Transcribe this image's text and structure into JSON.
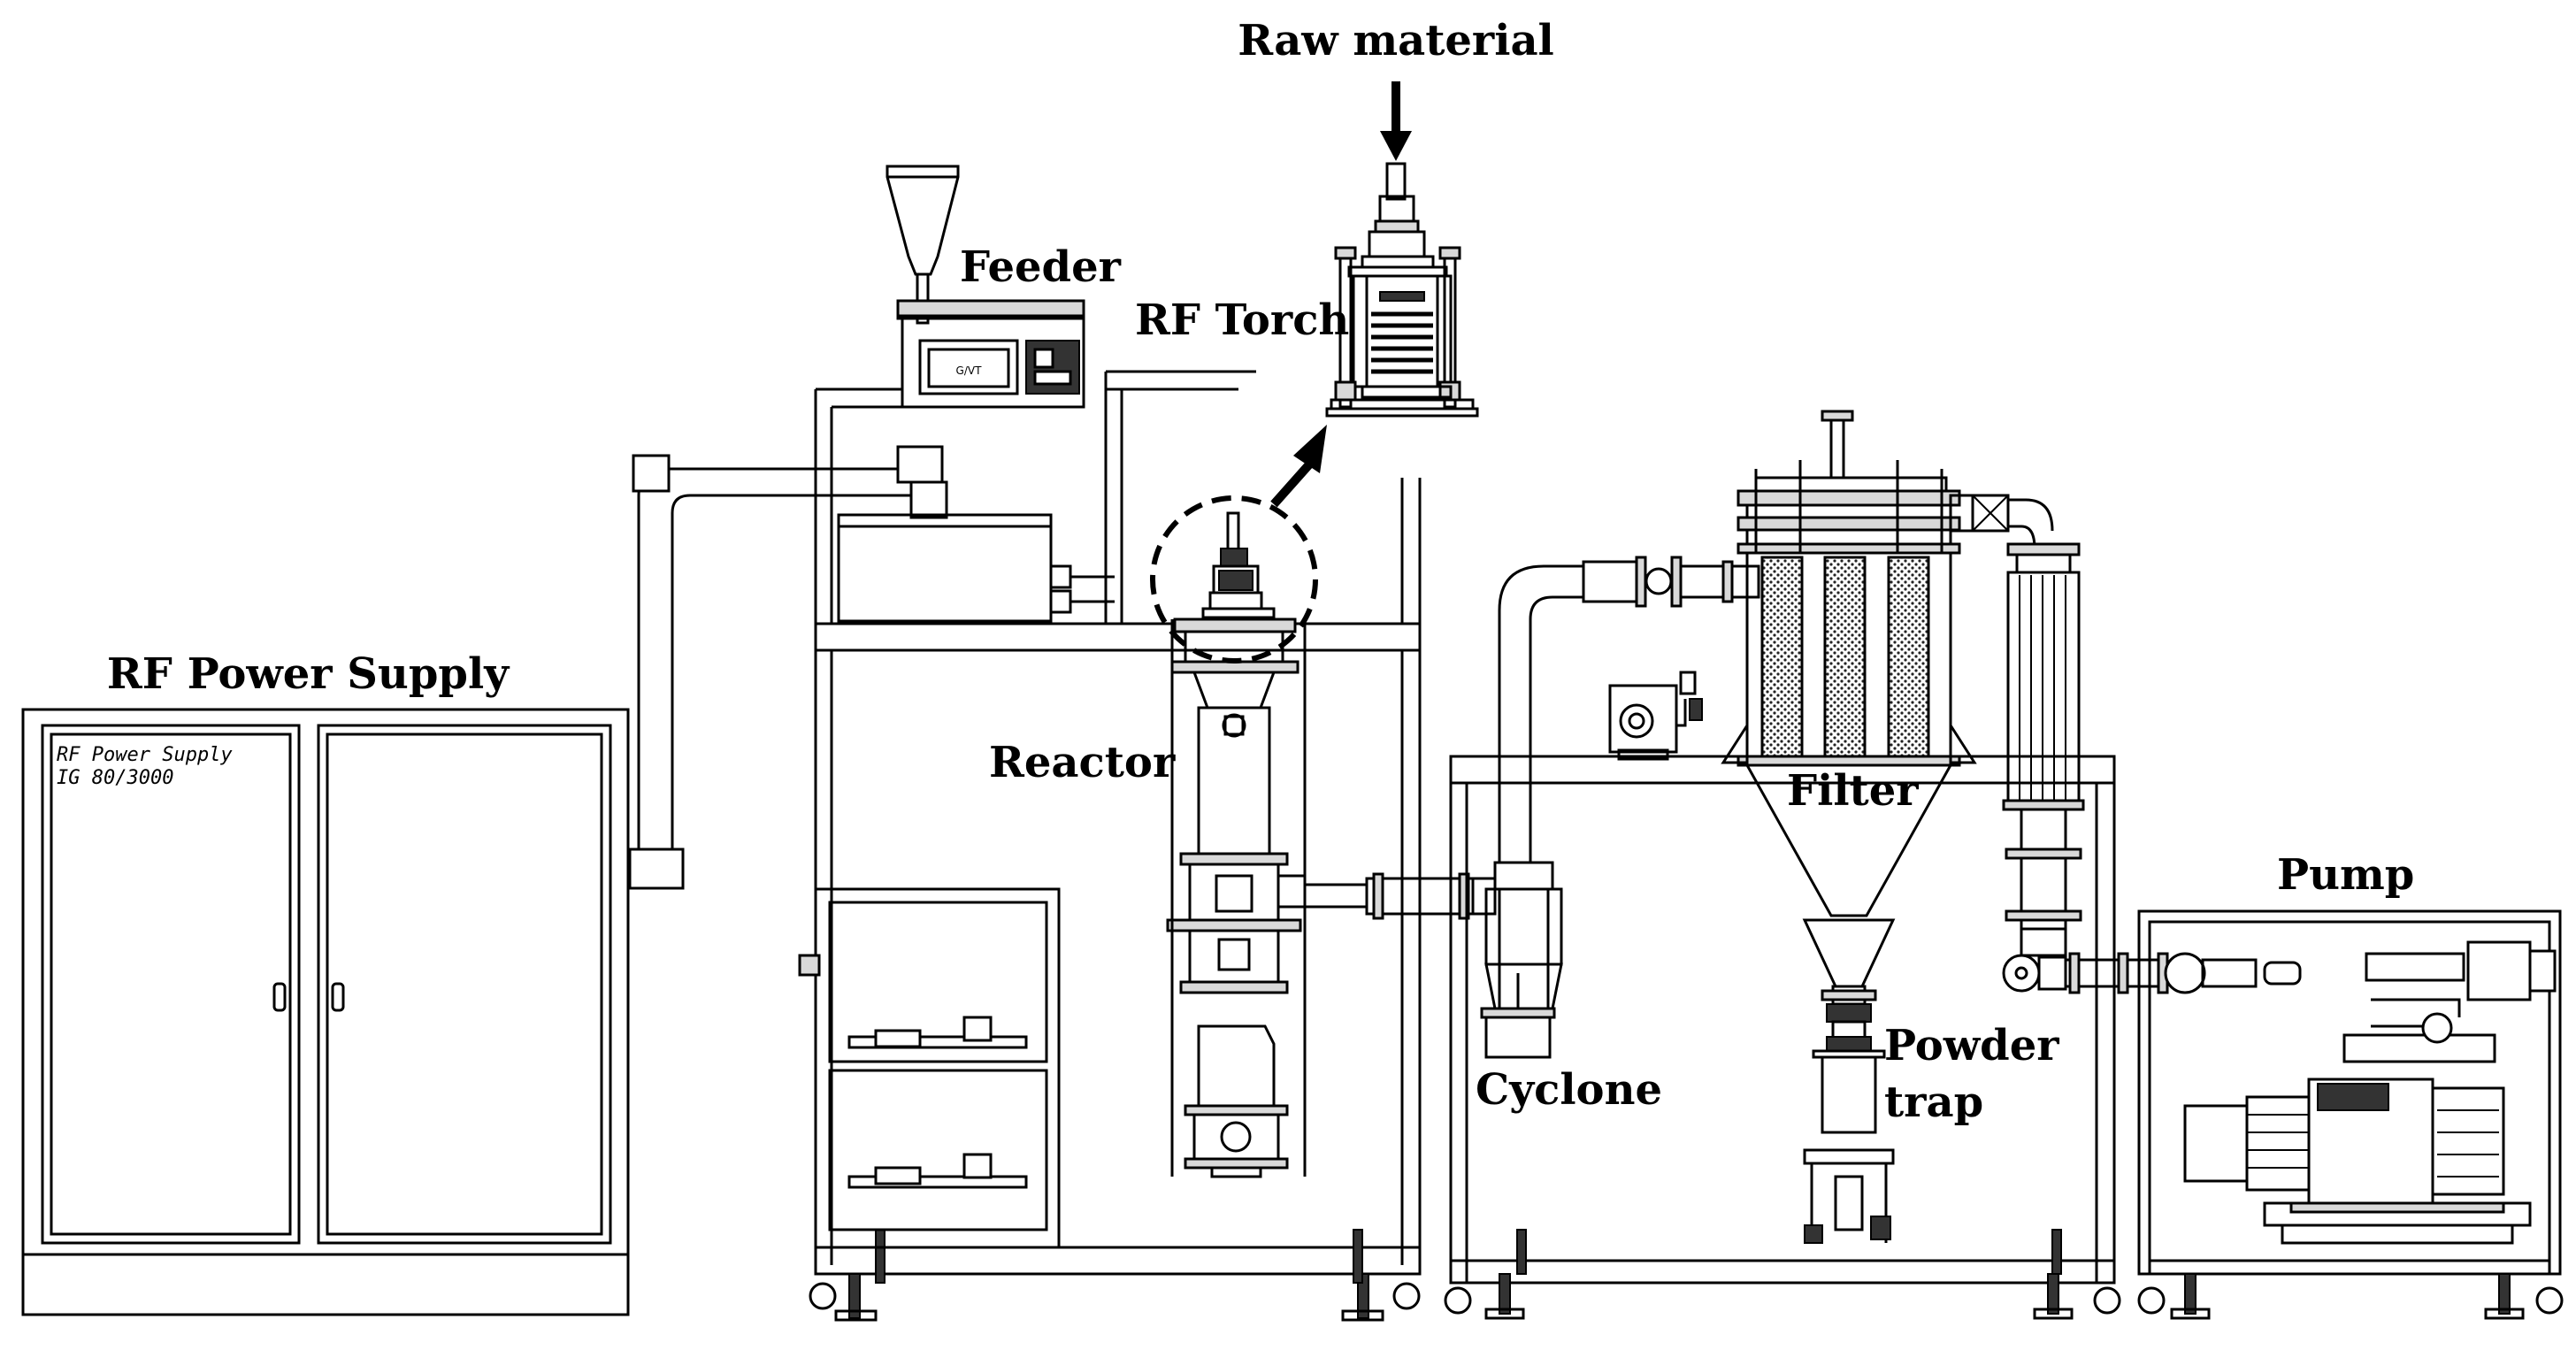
{
  "labels": {
    "raw_material": "Raw material",
    "feeder": "Feeder",
    "rf_torch": "RF Torch",
    "rf_power_supply": "RF Power Supply",
    "reactor": "Reactor",
    "filter": "Filter",
    "pump": "Pump",
    "cyclone": "Cyclone",
    "powder_trap_line1": "Powder",
    "powder_trap_line2": "trap"
  },
  "panel": {
    "line1": "RF Power Supply",
    "line2": "IG 80/3000"
  },
  "feeder_display": "G/VT"
}
